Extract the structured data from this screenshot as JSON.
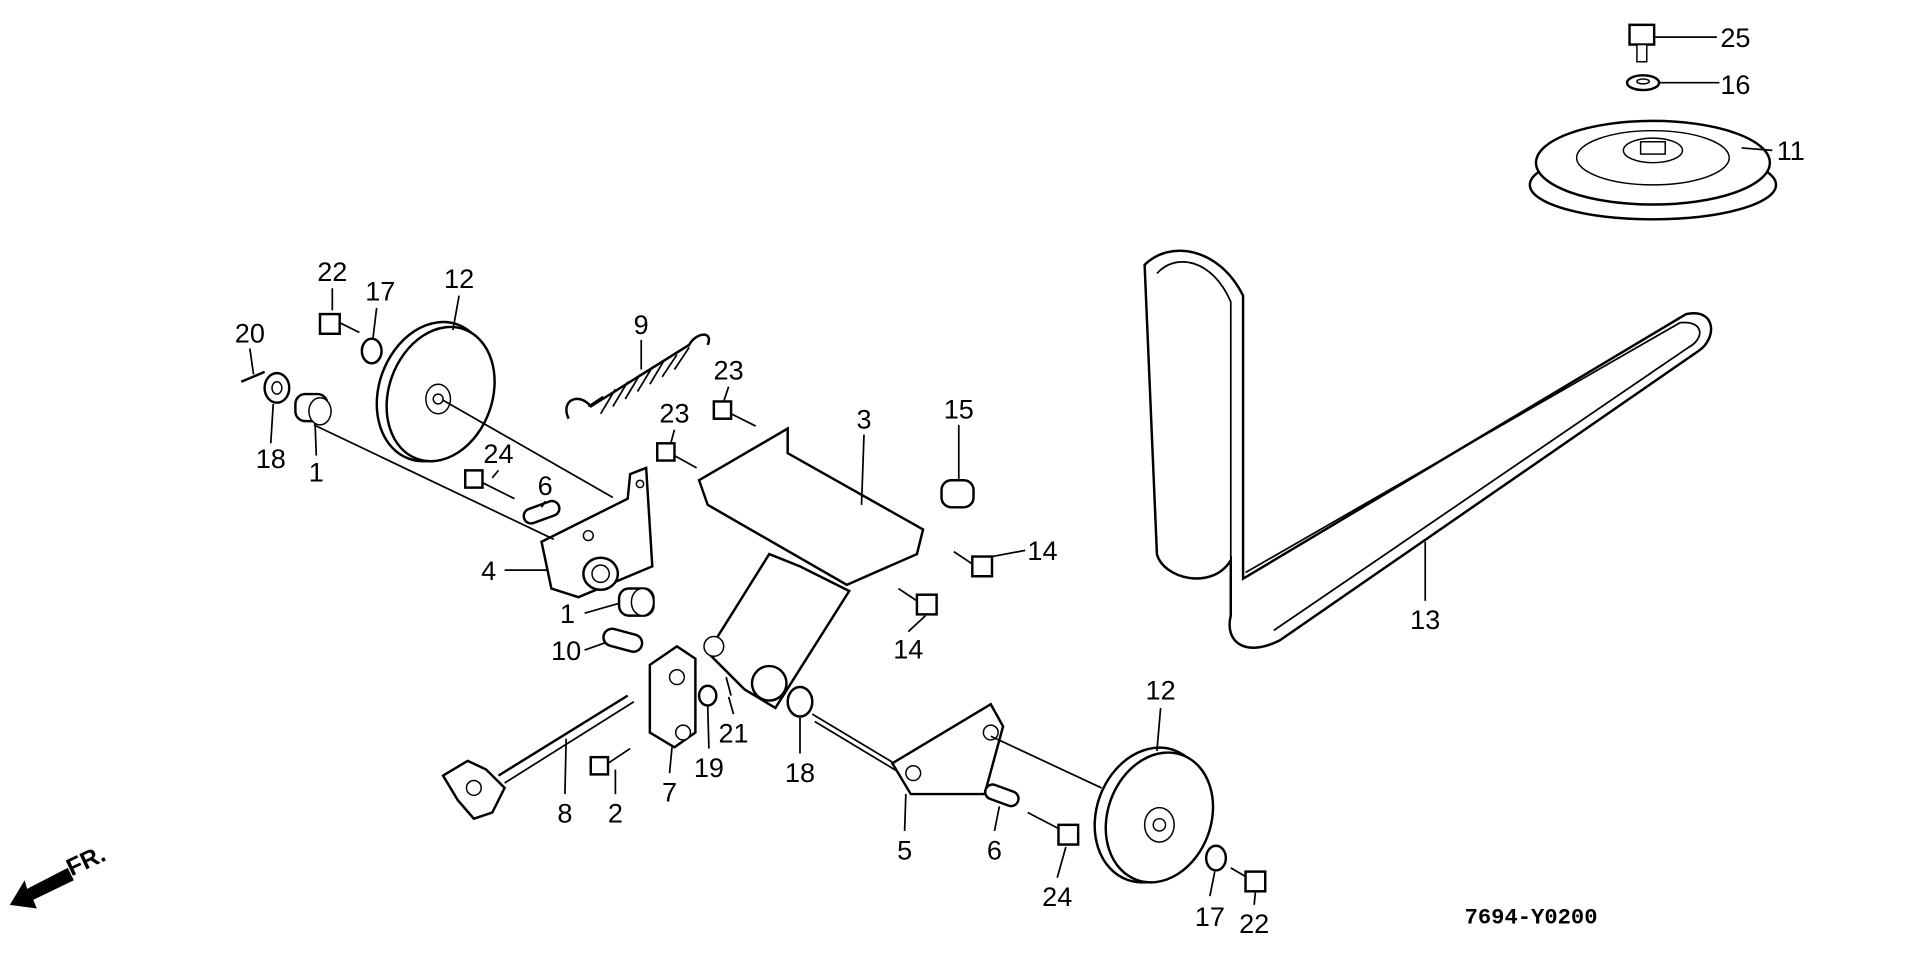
{
  "diagram": {
    "code": "7694-Y0200",
    "direction_label": "FR.",
    "callouts": [
      "25",
      "16",
      "11",
      "22",
      "17",
      "12",
      "20",
      "9",
      "23",
      "23",
      "18",
      "1",
      "24",
      "6",
      "3",
      "15",
      "14",
      "4",
      "1",
      "14",
      "10",
      "13",
      "12",
      "21",
      "19",
      "18",
      "7",
      "8",
      "2",
      "5",
      "6",
      "24",
      "17",
      "22"
    ]
  }
}
